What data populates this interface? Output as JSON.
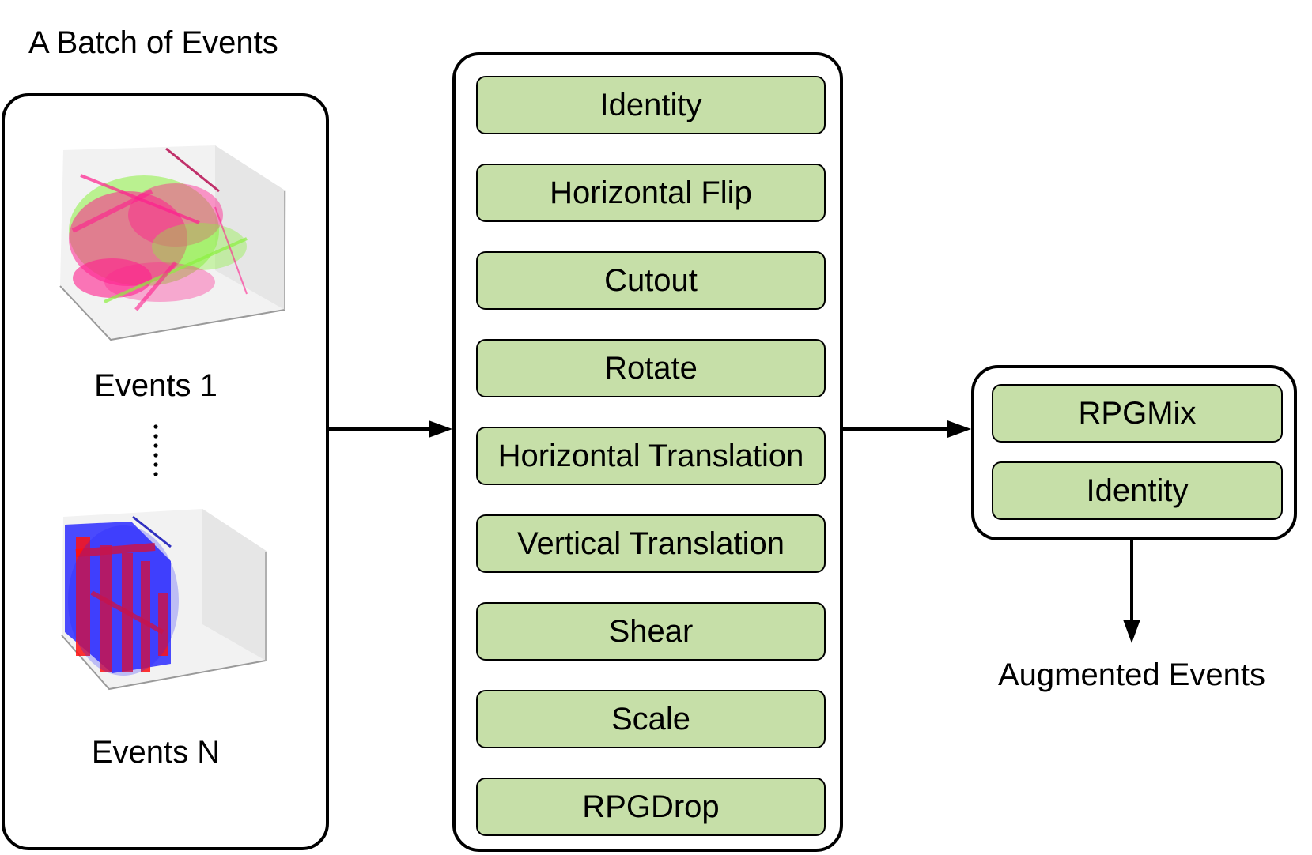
{
  "batch": {
    "title": "A Batch of Events",
    "event_first": "Events 1",
    "event_last": "Events N"
  },
  "augmentations": [
    "Identity",
    "Horizontal Flip",
    "Cutout",
    "Rotate",
    "Horizontal Translation",
    "Vertical Translation",
    "Shear",
    "Scale",
    "RPGDrop"
  ],
  "mix": [
    "RPGMix",
    "Identity"
  ],
  "output": "Augmented Events",
  "colors": {
    "op_fill": "#c6dfa8",
    "event1_colors": [
      "#ff1f8e",
      "#8cf040"
    ],
    "eventN_colors": [
      "#1f1fff",
      "#ff1010"
    ]
  }
}
